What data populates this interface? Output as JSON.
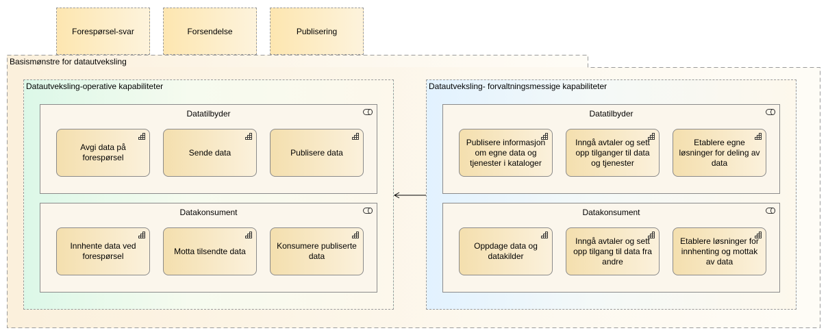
{
  "patterns": [
    {
      "label": "Forespørsel-svar"
    },
    {
      "label": "Forsendelse"
    },
    {
      "label": "Publisering"
    }
  ],
  "basis": {
    "label": "Basismønstre for datautveksling"
  },
  "operative": {
    "label": "Datautveksling-operative kapabiliteter",
    "provider": {
      "title": "Datatilbyder",
      "capabilities": [
        "Avgi data på forespørsel",
        "Sende data",
        "Publisere data"
      ]
    },
    "consumer": {
      "title": "Datakonsument",
      "capabilities": [
        "Innhente data ved forespørsel",
        "Motta tilsendte data",
        "Konsumere publiserte data"
      ]
    }
  },
  "management": {
    "label": "Datautveksling- forvaltningsmessige kapabiliteter",
    "provider": {
      "title": "Datatilbyder",
      "capabilities": [
        "Publisere informasjon om egne data og tjenester i kataloger",
        "Inngå avtaler og sett opp tilganger til data og tjenester",
        "Etablere egne løsninger for deling av data"
      ]
    },
    "consumer": {
      "title": "Datakonsument",
      "capabilities": [
        "Oppdage data og datakilder",
        "Inngå avtaler og sett opp tilgang til data fra andre",
        "Etablere løsninger for innhenting og mottak av data"
      ]
    }
  },
  "icons": {
    "role": "role-icon",
    "capability": "capability-icon",
    "relation": "arrow-left-icon"
  }
}
